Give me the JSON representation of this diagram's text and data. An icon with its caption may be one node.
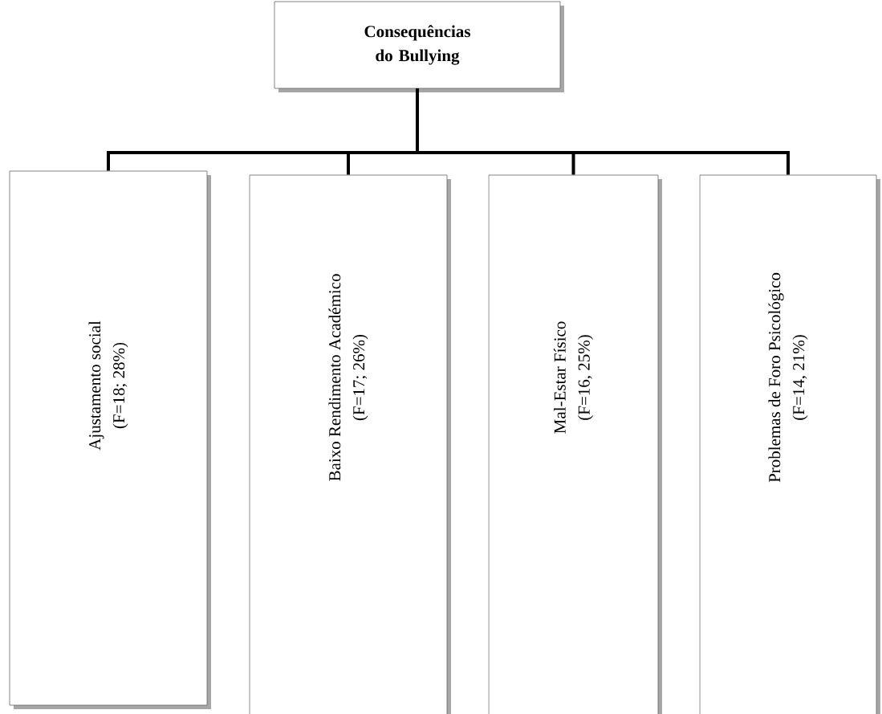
{
  "diagram": {
    "nodes": [
      {
        "text": [
          "Consequências do Bullying"
        ]
      },
      {
        "text": [
          "Ajustamento social",
          "(F=18; 28%)"
        ]
      },
      {
        "text": [
          "Baixo Rendimento Académico",
          "(F=17; 26%)"
        ]
      },
      {
        "text": [
          "Mal-Estar Físico",
          "(F=16, 25%)"
        ]
      },
      {
        "text": [
          "Problemas de Foro Psicológico",
          "(F=14, 21%)"
        ]
      }
    ],
    "edges": [
      {
        "from": 0,
        "to": 1,
        "arrow": "none"
      },
      {
        "from": 0,
        "to": 2,
        "arrow": "none"
      },
      {
        "from": 0,
        "to": 3,
        "arrow": "none"
      },
      {
        "from": 0,
        "to": 4,
        "arrow": "none"
      }
    ]
  }
}
